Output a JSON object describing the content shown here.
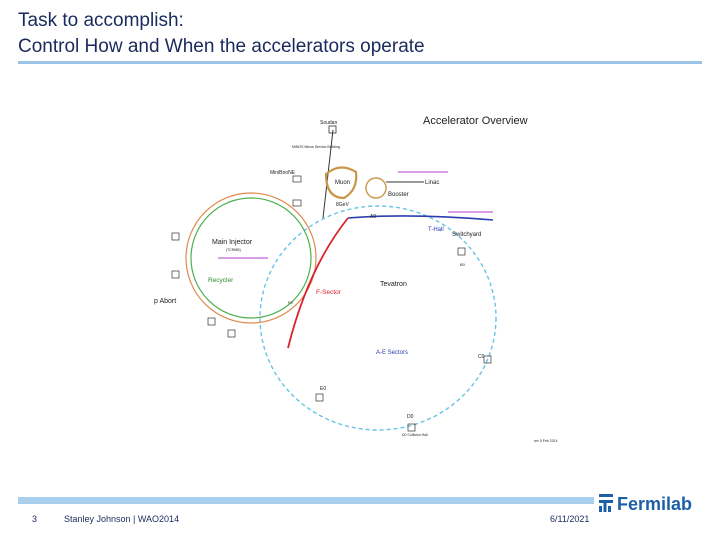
{
  "slide": {
    "title_line1": "Task to accomplish:",
    "title_line2": "Control How and When the accelerators operate"
  },
  "diagram": {
    "title": "Accelerator Overview",
    "labels": {
      "soudan": "Soudan",
      "minos": "MINOS Minos Service Building",
      "miniboone": "MiniBooNE",
      "muon": "Muon",
      "linac": "Linac",
      "booster": "Booster",
      "gev8": "8GeV",
      "a0": "A0",
      "thall": "T-Hall",
      "switchyard": "Switchyard",
      "main_injector": "Main Injector",
      "mi_sub": "(TCRMB)",
      "recycler": "Recycler",
      "pabort": "p Abort",
      "fsector": "F-Sector",
      "f0": "F0",
      "tevatron": "Tevatron",
      "ae": "A-E Sectors",
      "b0": "B0",
      "c0": "C0",
      "d0": "D0",
      "d0hall": "D0 Collision Hall",
      "e0": "E0",
      "date": "rev 5 Feb 2014"
    },
    "colors": {
      "tevatron": "#66c2e8",
      "mi": "#e08a4a",
      "recycler": "#4caf50",
      "fsector": "#d9232e",
      "beamline": "#2b3fae",
      "muon": "#c9974a",
      "magenta": "#b03cc8"
    }
  },
  "footer": {
    "page": "3",
    "author": "Stanley Johnson | WAO2014",
    "date": "6/11/2021",
    "logo_text": "Fermilab"
  }
}
